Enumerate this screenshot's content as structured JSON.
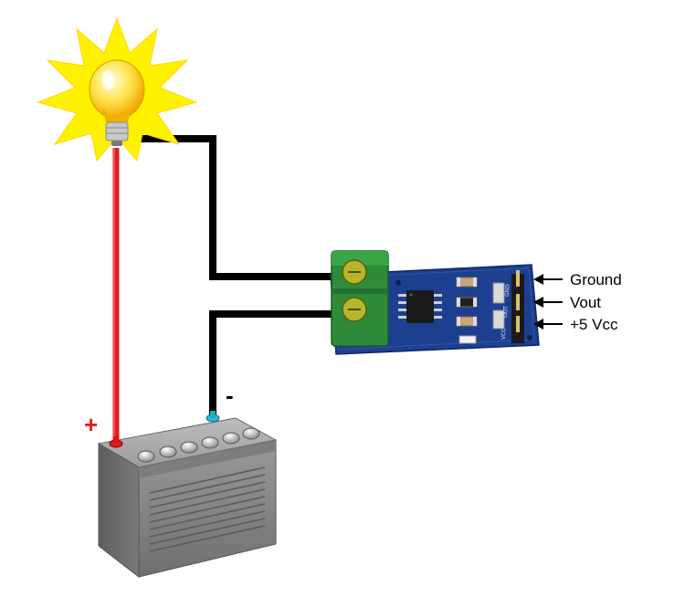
{
  "labels": {
    "ground": "Ground",
    "vout": "Vout",
    "vcc": "+5 Vcc",
    "battery_positive": "+",
    "battery_negative": "-",
    "silk_vcc": "VCC",
    "silk_out": "OUT",
    "silk_gnd": "GND"
  },
  "colors": {
    "positive_wire": "#e21e22",
    "negative_wire": "#000000",
    "terminal_block": "#2e8b3a",
    "pcb": "#1d3f8f",
    "battery_body": "#8a8a8a",
    "bulb_glow": "#ffe600",
    "plus_sign": "#e21e22"
  },
  "icons": {
    "bulb": "light-bulb-icon",
    "sensor": "current-sensor-module",
    "battery": "battery-icon"
  }
}
